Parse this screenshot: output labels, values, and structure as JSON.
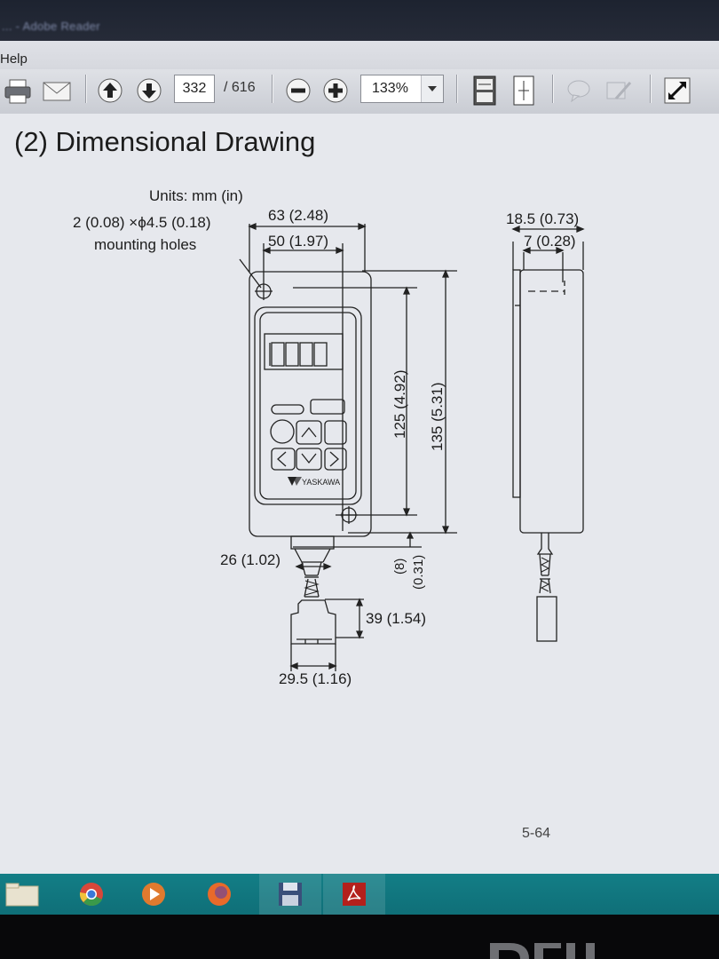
{
  "window": {
    "title": "... - Adobe Reader"
  },
  "menu": {
    "help": "Help"
  },
  "toolbar": {
    "page_current": "332",
    "page_total": "/ 616",
    "zoom": "133%",
    "icons": [
      "print-icon",
      "email-icon",
      "previous-page-icon",
      "next-page-icon",
      "zoom-out-icon",
      "zoom-in-icon",
      "fit-width-icon",
      "fit-page-icon",
      "comment-icon",
      "sign-icon",
      "fullscreen-icon"
    ]
  },
  "document": {
    "heading": "(2) Dimensional Drawing",
    "units": "Units: mm (in)",
    "mounting_holes_line1": "2 (0.08) ×ϕ4.5 (0.18)",
    "mounting_holes_line2": "mounting holes",
    "dim_63": "63 (2.48)",
    "dim_50": "50 (1.97)",
    "dim_125": "125 (4.92)",
    "dim_135": "135 (5.31)",
    "dim_26": "26 (1.02)",
    "dim_8": "(8)",
    "dim_031": "(0.31)",
    "dim_39": "39 (1.54)",
    "dim_295": "29.5 (1.16)",
    "dim_185": "18.5 (0.73)",
    "dim_7": "7 (0.28)",
    "brand": "YASKAWA",
    "page_label": "5-64"
  },
  "taskbar": {
    "apps": [
      "file-explorer-icon",
      "chrome-icon",
      "media-player-icon",
      "firefox-icon",
      "save-icon",
      "acrobat-icon"
    ]
  },
  "monitor": {
    "brand": "DELL"
  }
}
